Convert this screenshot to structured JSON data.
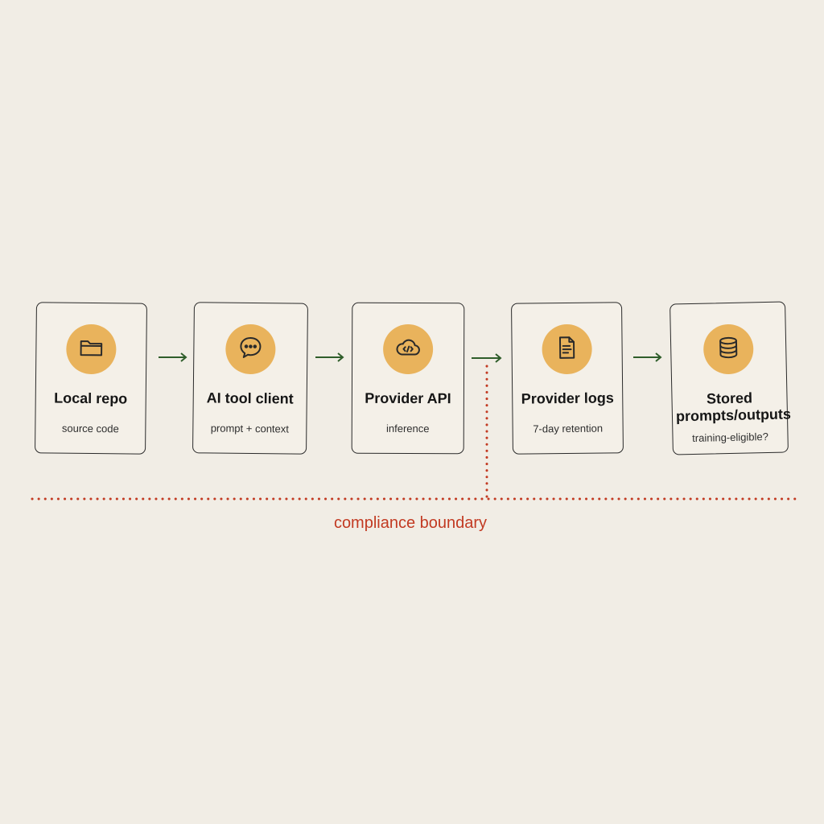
{
  "nodes": [
    {
      "title": "Local repo",
      "subtitle": "source code",
      "icon": "folder-icon"
    },
    {
      "title": "AI tool client",
      "subtitle": "prompt + context",
      "icon": "chat-bubble-icon"
    },
    {
      "title": "Provider API",
      "subtitle": "inference",
      "icon": "cloud-code-icon"
    },
    {
      "title": "Provider logs",
      "subtitle": "7-day retention",
      "icon": "document-icon"
    },
    {
      "title": "Stored prompts/outputs",
      "subtitle": "training-eligible?",
      "icon": "database-icon"
    }
  ],
  "boundary": {
    "label": "compliance boundary"
  },
  "colors": {
    "background": "#f1ede5",
    "badge": "#e9b35c",
    "arrow": "#2f5d2a",
    "boundary": "#c23a22",
    "card_border": "#2a2a2a"
  }
}
